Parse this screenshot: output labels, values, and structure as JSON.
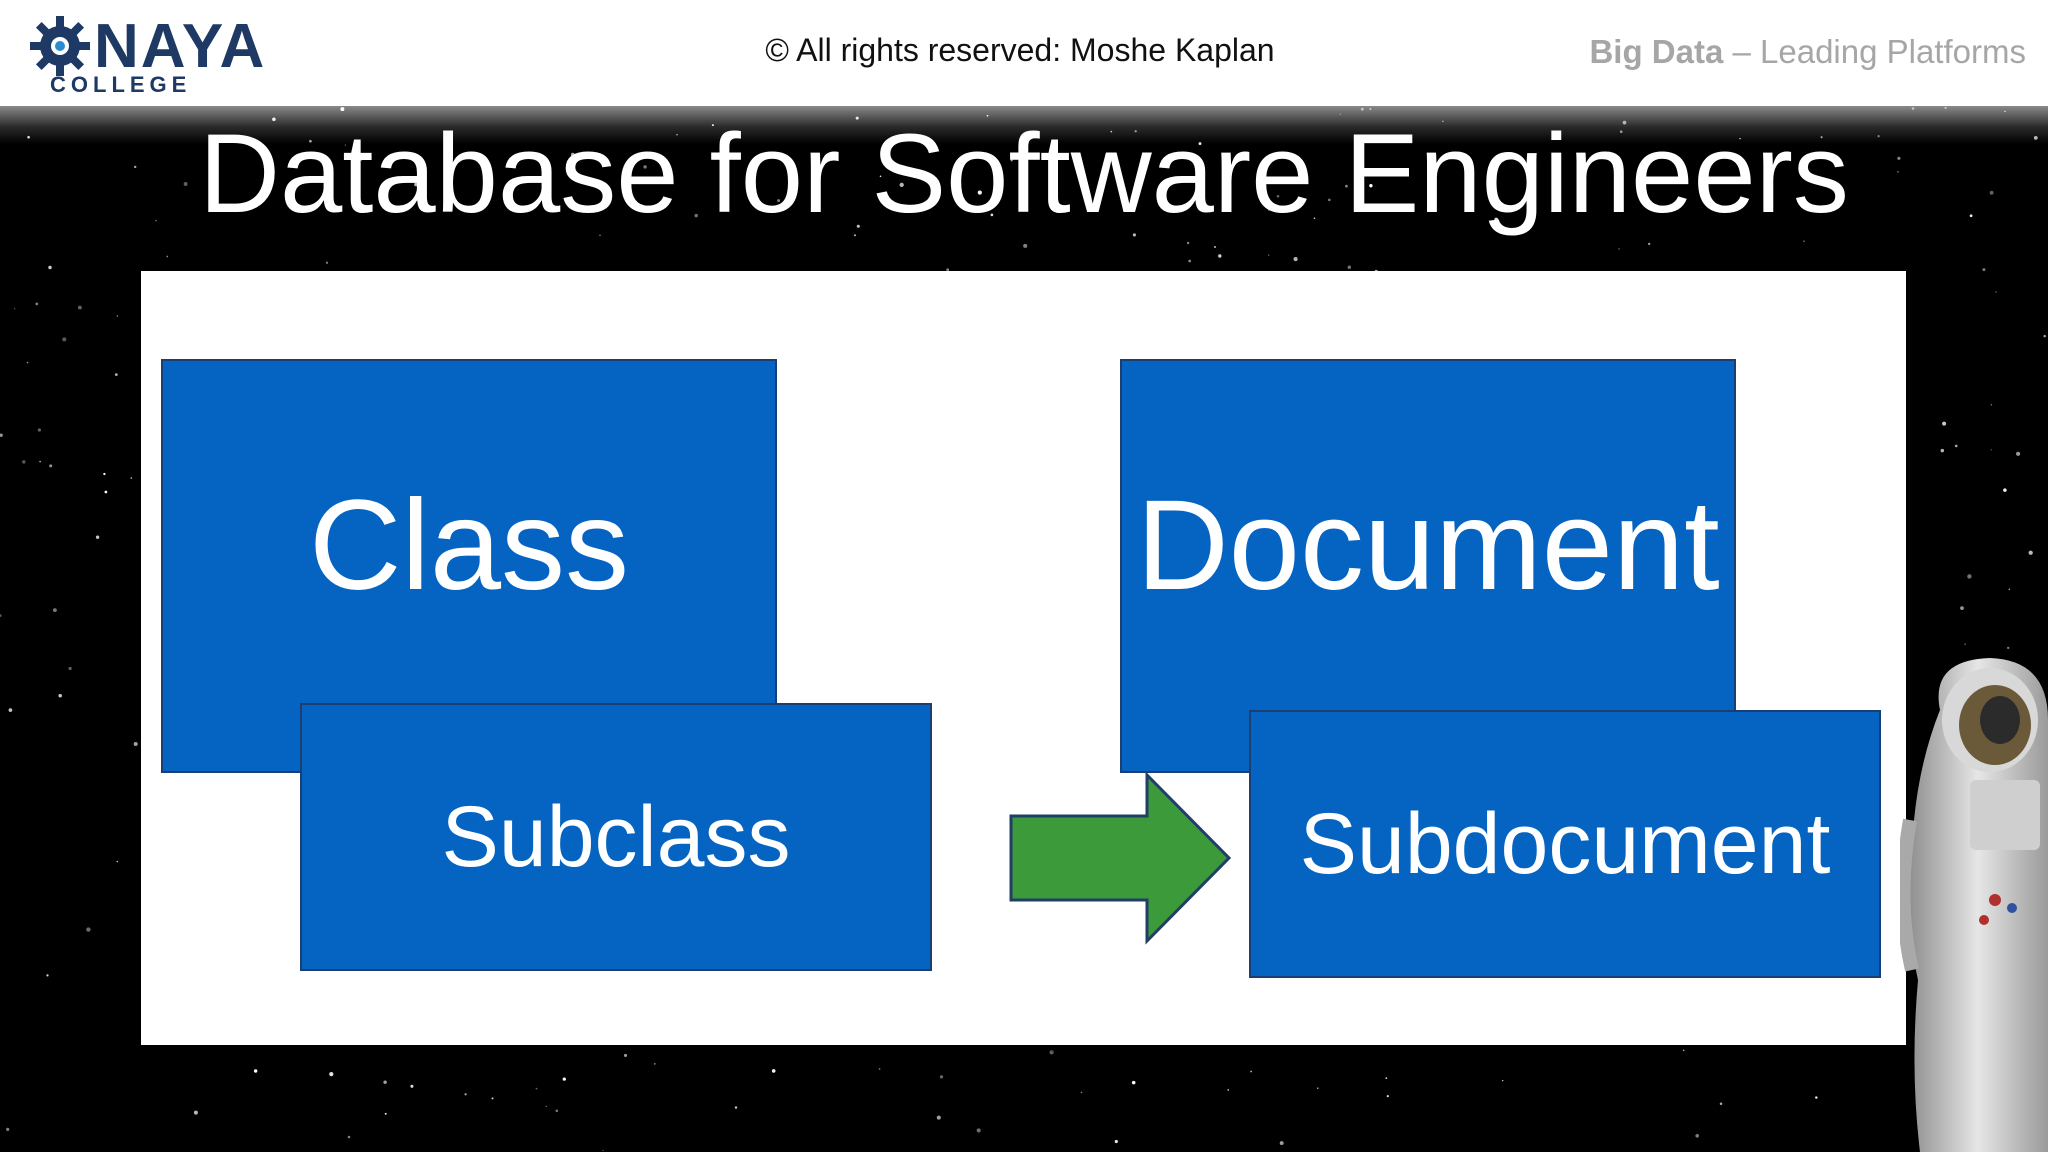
{
  "header": {
    "logo_word": "NAYA",
    "logo_sub": "COLLEGE",
    "copyright": "© All rights reserved: Moshe Kaplan",
    "course_bold": "Big Data",
    "course_rest": " – Leading Platforms"
  },
  "slide": {
    "title": "Database for Software Engineers"
  },
  "diagram": {
    "left_main": "Class",
    "left_sub": "Subclass",
    "right_main": "Document",
    "right_sub": "Subdocument"
  },
  "colors": {
    "box_fill": "#0563c1",
    "box_border": "#1b3f73",
    "arrow_fill": "#3d9a3a",
    "arrow_border": "#1f3f66",
    "logo": "#1e3a64",
    "course_text": "#a6a6a6"
  },
  "icons": [
    "gear-icon",
    "right-arrow",
    "astronaut-image"
  ]
}
